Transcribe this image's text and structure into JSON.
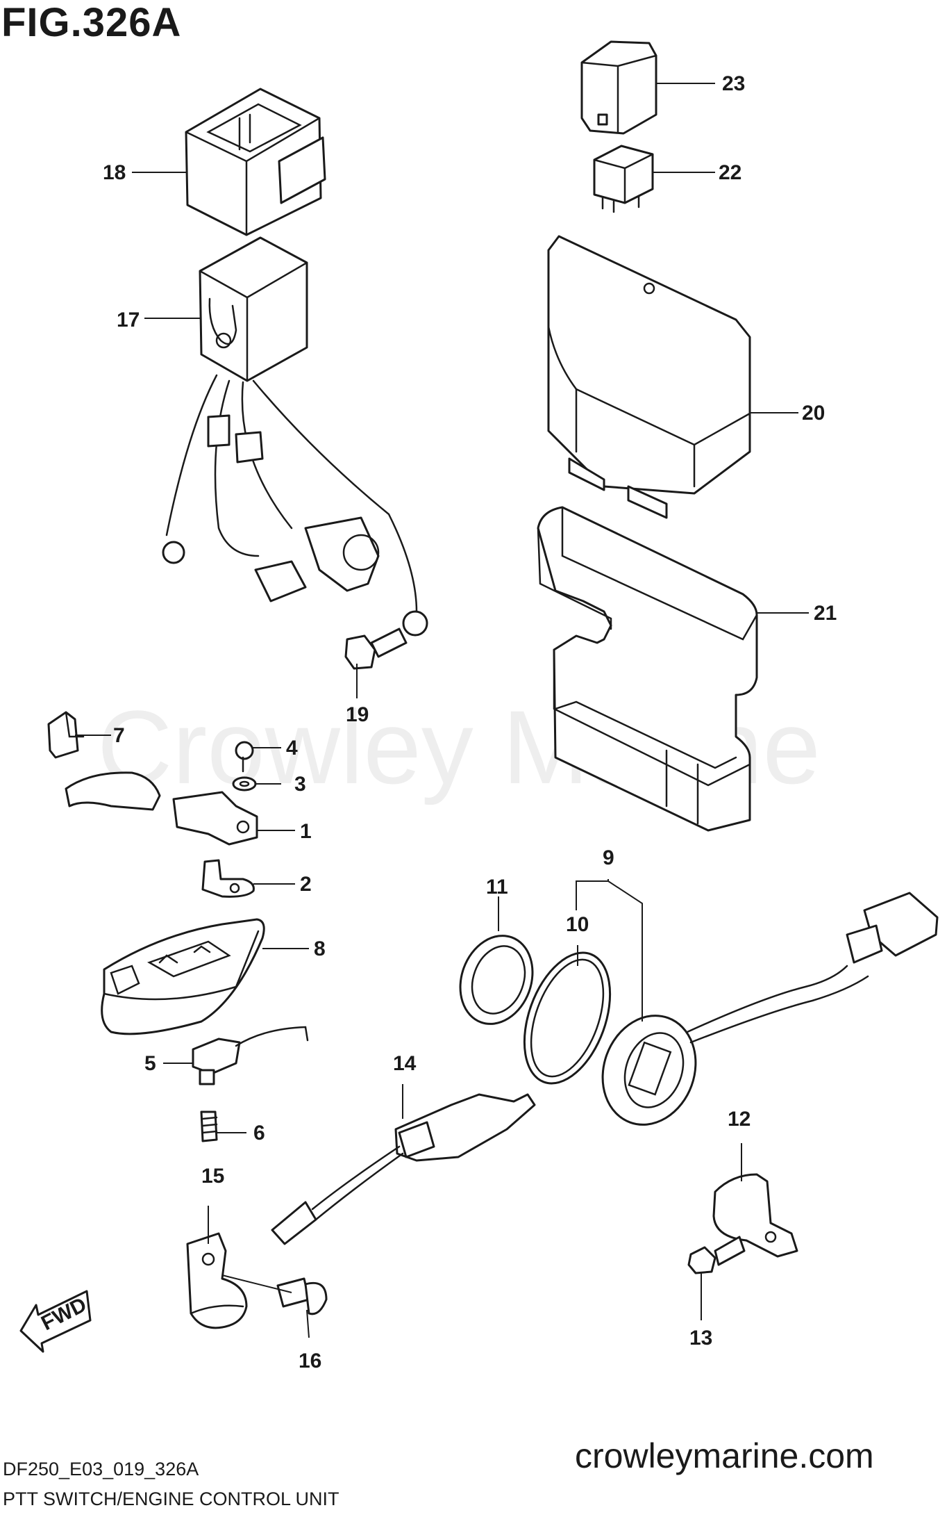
{
  "figure": {
    "title": "FIG.326A",
    "watermark": "Crowley Marine",
    "website": "crowleymarine.com",
    "drawing_code": "DF250_E03_019_326A",
    "caption": "PTT SWITCH/ENGINE CONTROL UNIT",
    "direction_label": "FWD"
  },
  "callouts": [
    "1",
    "2",
    "3",
    "4",
    "5",
    "6",
    "7",
    "8",
    "9",
    "10",
    "11",
    "12",
    "13",
    "14",
    "15",
    "16",
    "17",
    "18",
    "19",
    "20",
    "21",
    "22",
    "23"
  ],
  "icons": {
    "fwd_arrow": "fwd-arrow-icon"
  }
}
